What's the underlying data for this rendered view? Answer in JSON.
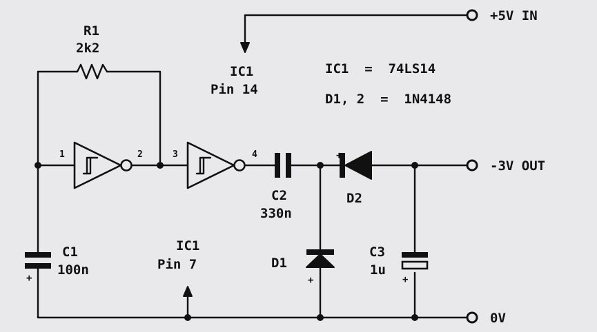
{
  "labels": {
    "r1_ref": "R1",
    "r1_val": "2k2",
    "ic1_top_ref": "IC1",
    "ic1_top_pin": "Pin 14",
    "ic1_type": "IC1  =  74LS14",
    "diode_type": "D1, 2  =  1N4148",
    "pin1": "1",
    "pin2": "2",
    "pin3": "3",
    "pin4": "4",
    "c2_ref": "C2",
    "c2_val": "330n",
    "d2_ref": "D2",
    "d1_ref": "D1",
    "c1_ref": "C1",
    "c1_val": "100n",
    "ic1_bot_ref": "IC1",
    "ic1_bot_pin": "Pin 7",
    "c3_ref": "C3",
    "c3_val": "1u",
    "plus_d2": "+",
    "plus_d1": "+",
    "plus_c3": "+",
    "plus_c1": "+"
  },
  "terminals": {
    "vin": "+5V IN",
    "vout": "-3V OUT",
    "gnd": "0V"
  }
}
